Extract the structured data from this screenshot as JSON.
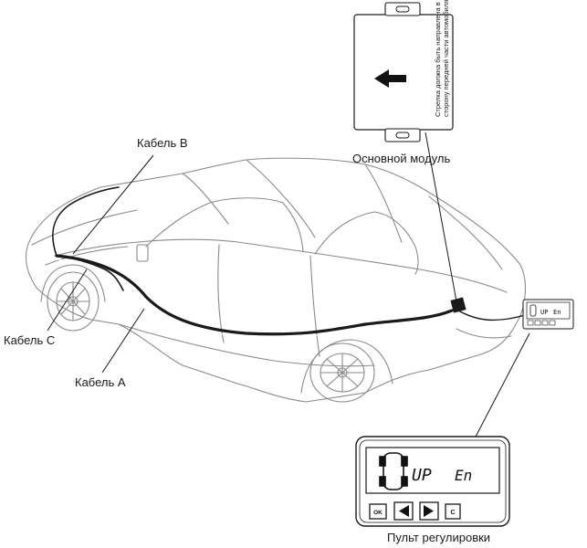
{
  "labels": {
    "cable_b": "Кабель B",
    "cable_c": "Кабель C",
    "cable_a": "Кабель A",
    "main_module": "Основной модуль",
    "remote": "Пульт регулировки"
  },
  "module": {
    "note_line1": "Стрелка должна быть направлена в",
    "note_line2": "сторону передней части автомобиля",
    "arrow_icon": "left-arrow-icon"
  },
  "display": {
    "text1": "UP",
    "text2": "En"
  },
  "buttons": {
    "ok": "OK",
    "left_icon": "left-triangle-icon",
    "right_icon": "right-triangle-icon",
    "c": "C"
  },
  "colors": {
    "line": "#1a1a1a",
    "car": "#8a8a8a"
  }
}
